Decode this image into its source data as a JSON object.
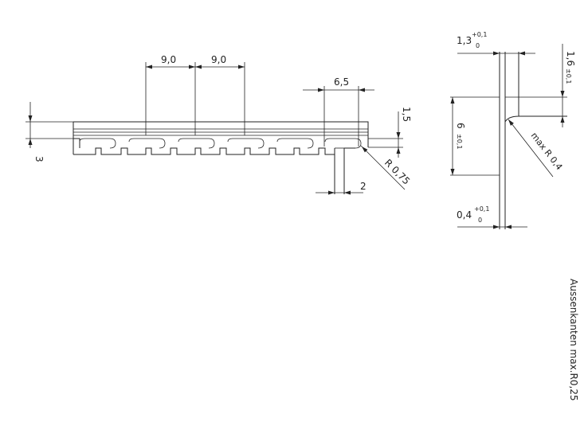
{
  "drawing": {
    "colors": {
      "line": "#222222",
      "background": "#ffffff"
    },
    "left_view": {
      "pitch_1": "9,0",
      "pitch_2": "9,0",
      "slot_width": "6,5",
      "height_right": "1,5",
      "height_left": "3",
      "radius": "R 0,75",
      "leg_width": "2"
    },
    "right_view": {
      "top_width": "1,3",
      "top_width_tol_upper": "+0,1",
      "top_width_tol_lower": "0",
      "top_height": "1,6",
      "top_height_tol": "±0,1",
      "vertical_height": "6",
      "vertical_height_tol": "±0,1",
      "max_radius": "max R 0,4",
      "bottom_width": "0,4",
      "bottom_width_tol_upper": "+0,1",
      "bottom_width_tol_lower": "0"
    },
    "note": "Aussenkanten  max.R0,25"
  }
}
